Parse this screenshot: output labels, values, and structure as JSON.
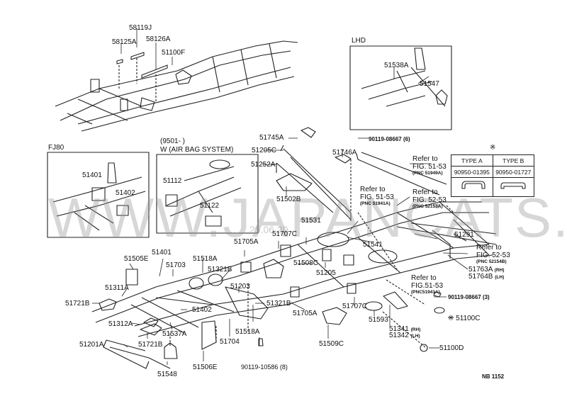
{
  "diagram": {
    "code": "NB 1152",
    "watermark": "WWW.JAPANCATS.RU",
    "watermark_date": "25.06.20",
    "insets": {
      "lhd": {
        "title": "LHD",
        "parts": [
          "51538A",
          "51547"
        ]
      },
      "fj80": {
        "title": "FJ80",
        "parts": [
          "51401",
          "51402"
        ]
      },
      "airbag": {
        "title_line1": "(9501-        )",
        "title_line2": "W (AIR  BAG  SYSTEM)",
        "parts": [
          "51112",
          "51122"
        ]
      }
    },
    "type_table": {
      "symbol": "※",
      "headers": [
        "TYPE  A",
        "TYPE  B"
      ],
      "values": [
        "90950-01395",
        "90950-01727"
      ]
    },
    "top_frame_labels": [
      "58119J",
      "58125A",
      "58126A",
      "51100F"
    ],
    "part_labels": [
      "51745A",
      "51205C",
      "51252A",
      "51502B",
      "51746A",
      "90119-08667 (6)",
      "51531",
      "51707C",
      "51705A",
      "51508C",
      "51205",
      "51541",
      "51291",
      "51763A",
      "51764B",
      "51401",
      "51505E",
      "51703",
      "51518A",
      "51321B",
      "51311A",
      "51203",
      "51721B",
      "51402",
      "51312A",
      "51537A",
      "51201A",
      "51548",
      "51506E",
      "51704",
      "90119-10586 (8)",
      "51509C",
      "51593",
      "51341",
      "51342",
      "90119-08667 (3)",
      "51100C",
      "51100D"
    ],
    "refs": [
      {
        "line1": "Refer  to",
        "line2": "FIG. 51-53",
        "pnc": "(PNC 51949A)"
      },
      {
        "line1": "Refer to",
        "line2": "FIG. 51-53",
        "pnc": "(PNC 51941A)"
      },
      {
        "line1": "Refer  to",
        "line2": "FIG. 52-53",
        "pnc": "(PNC 52153A)"
      },
      {
        "line1": "Refer  to",
        "line2": "FIG. 52-53",
        "pnc": "(PNC 52154B)"
      },
      {
        "line1": "Refer to",
        "line2": "FIG.51-53",
        "pnc": "(PNC51941A)"
      }
    ],
    "side_marks": {
      "rh": "(RH)",
      "lh": "(LH)"
    }
  }
}
